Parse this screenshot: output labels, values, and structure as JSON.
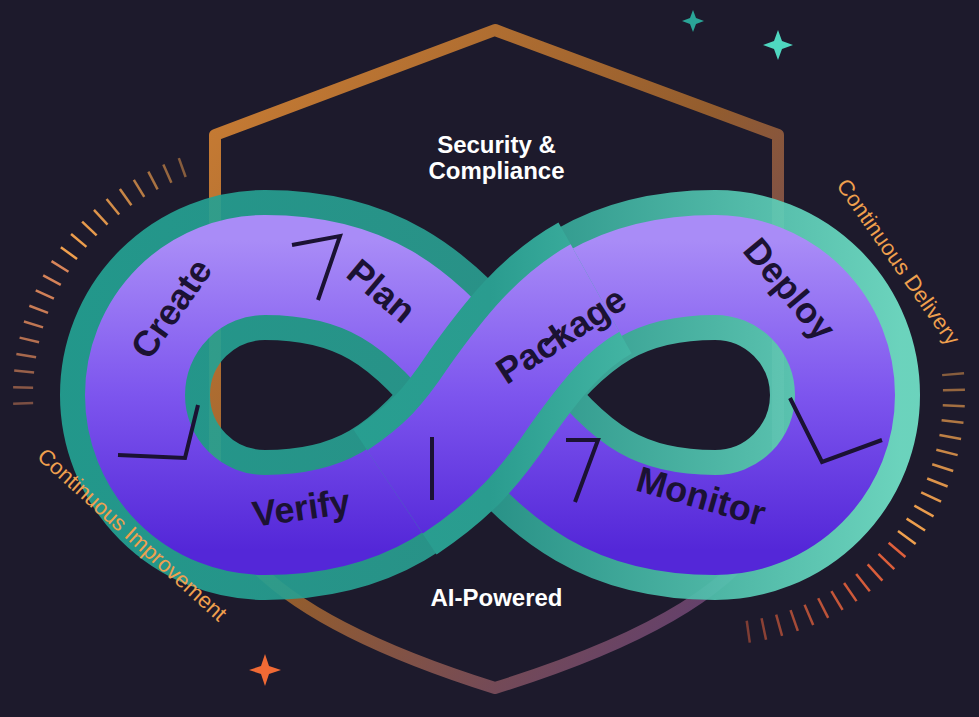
{
  "diagram": {
    "nodes": [
      {
        "text": [
          "Security & Compliance",
          "AI-Powered"
        ]
      },
      {
        "text": [
          "Create"
        ]
      },
      {
        "text": [
          "Plan"
        ]
      },
      {
        "text": [
          "Package"
        ]
      },
      {
        "text": [
          "Deploy"
        ]
      },
      {
        "text": [
          "Monitor"
        ]
      },
      {
        "text": [
          "Verify"
        ]
      }
    ],
    "labels": [
      "Continuous Delivery",
      "Continuous Improvement"
    ]
  }
}
